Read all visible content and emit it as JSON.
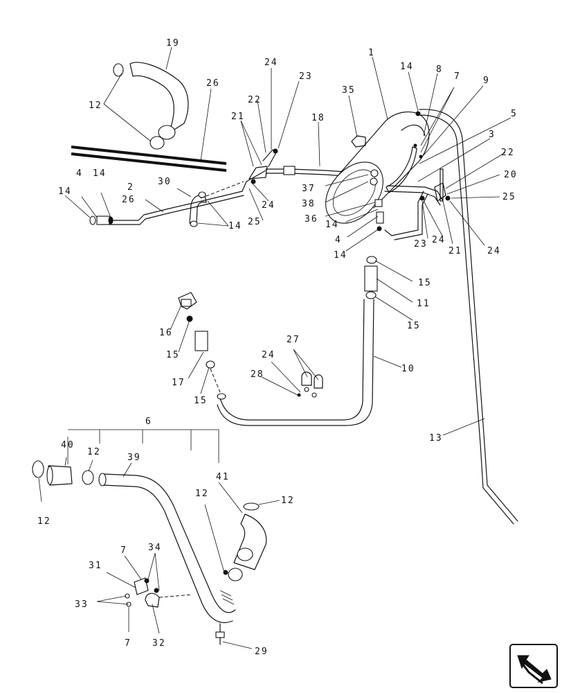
{
  "diagram": {
    "callouts": [
      {
        "id": "c19",
        "text": "19"
      },
      {
        "id": "c26a",
        "text": "26"
      },
      {
        "id": "c12a",
        "text": "12"
      },
      {
        "id": "c24a",
        "text": "24"
      },
      {
        "id": "c23a",
        "text": "23"
      },
      {
        "id": "c22a",
        "text": "22"
      },
      {
        "id": "c21a",
        "text": "21"
      },
      {
        "id": "c18",
        "text": "18"
      },
      {
        "id": "c35",
        "text": "35"
      },
      {
        "id": "c1",
        "text": "1"
      },
      {
        "id": "c14a",
        "text": "14"
      },
      {
        "id": "c8",
        "text": "8"
      },
      {
        "id": "c7a",
        "text": "7"
      },
      {
        "id": "c9",
        "text": "9"
      },
      {
        "id": "c5",
        "text": "5"
      },
      {
        "id": "c3",
        "text": "3"
      },
      {
        "id": "c22b",
        "text": "22"
      },
      {
        "id": "c20",
        "text": "20"
      },
      {
        "id": "c25a",
        "text": "25"
      },
      {
        "id": "c4a",
        "text": "4"
      },
      {
        "id": "c14b",
        "text": "14"
      },
      {
        "id": "c14c",
        "text": "14"
      },
      {
        "id": "c2",
        "text": "2"
      },
      {
        "id": "c26b",
        "text": "26"
      },
      {
        "id": "c30",
        "text": "30"
      },
      {
        "id": "c24b",
        "text": "24"
      },
      {
        "id": "c25b",
        "text": "25"
      },
      {
        "id": "c14d",
        "text": "14"
      },
      {
        "id": "c37",
        "text": "37"
      },
      {
        "id": "c38",
        "text": "38"
      },
      {
        "id": "c36",
        "text": "36"
      },
      {
        "id": "c14e",
        "text": "14"
      },
      {
        "id": "c4b",
        "text": "4"
      },
      {
        "id": "c14f",
        "text": "14"
      },
      {
        "id": "c23b",
        "text": "23"
      },
      {
        "id": "c24c",
        "text": "24"
      },
      {
        "id": "c21b",
        "text": "21"
      },
      {
        "id": "c24d",
        "text": "24"
      },
      {
        "id": "c15a",
        "text": "15"
      },
      {
        "id": "c11",
        "text": "11"
      },
      {
        "id": "c15b",
        "text": "15"
      },
      {
        "id": "c16",
        "text": "16"
      },
      {
        "id": "c15c",
        "text": "15"
      },
      {
        "id": "c17",
        "text": "17"
      },
      {
        "id": "c15d",
        "text": "15"
      },
      {
        "id": "c27",
        "text": "27"
      },
      {
        "id": "c24e",
        "text": "24"
      },
      {
        "id": "c28",
        "text": "28"
      },
      {
        "id": "c10",
        "text": "10"
      },
      {
        "id": "c13",
        "text": "13"
      },
      {
        "id": "c6",
        "text": "6"
      },
      {
        "id": "c40",
        "text": "40"
      },
      {
        "id": "c12b",
        "text": "12"
      },
      {
        "id": "c39",
        "text": "39"
      },
      {
        "id": "c41",
        "text": "41"
      },
      {
        "id": "c12c",
        "text": "12"
      },
      {
        "id": "c12d",
        "text": "12"
      },
      {
        "id": "c12e",
        "text": "12"
      },
      {
        "id": "c7b",
        "text": "7"
      },
      {
        "id": "c34",
        "text": "34"
      },
      {
        "id": "c31",
        "text": "31"
      },
      {
        "id": "c33",
        "text": "33"
      },
      {
        "id": "c7c",
        "text": "7"
      },
      {
        "id": "c32",
        "text": "32"
      },
      {
        "id": "c29",
        "text": "29"
      }
    ],
    "nav_icon": "next-page-arrow-icon"
  }
}
